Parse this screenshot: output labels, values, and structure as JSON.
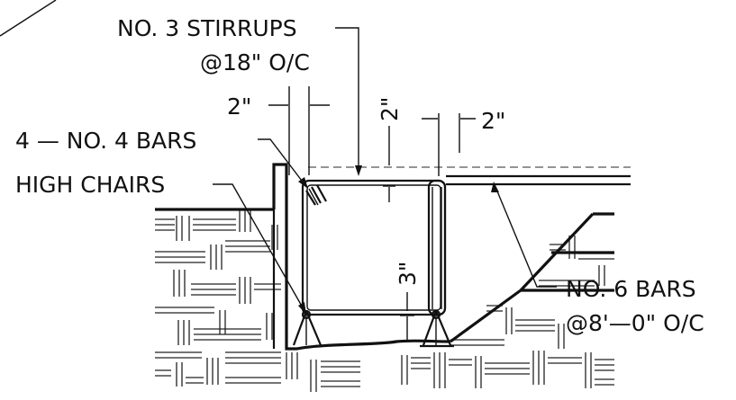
{
  "labels": {
    "stirrups_line1": "NO. 3 STIRRUPS",
    "stirrups_line2": "@18\" O/C",
    "bars4": "4 — NO. 4 BARS",
    "high_chairs": "HIGH CHAIRS",
    "bars6_line1": "NO. 6 BARS",
    "bars6_line2": "@8'—0\" O/C"
  },
  "dimensions": {
    "cover_left": "2\"",
    "cover_top": "2\"",
    "cover_right": "2\"",
    "cover_bottom": "3\""
  }
}
